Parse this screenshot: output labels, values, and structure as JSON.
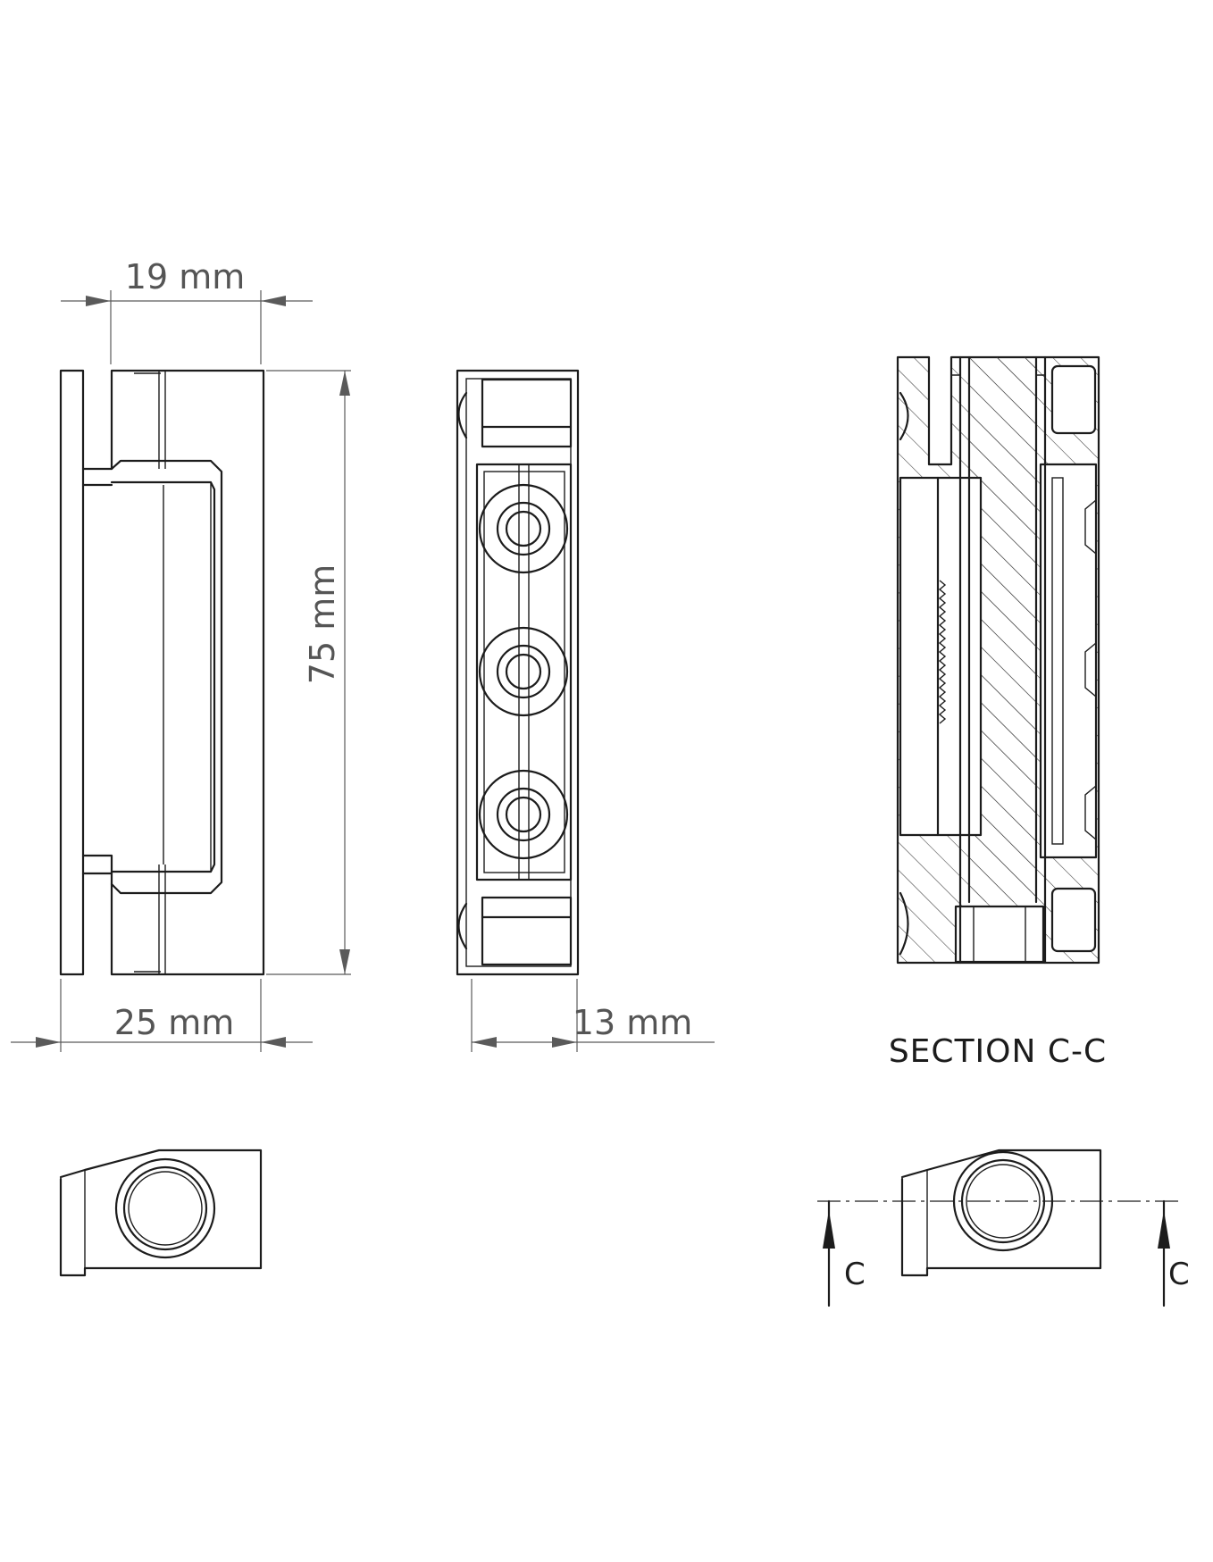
{
  "dimensions": {
    "width_top": "19 mm",
    "width_bottom": "25 mm",
    "height": "75 mm",
    "depth": "13 mm"
  },
  "section": {
    "title": "SECTION C-C",
    "marker_left": "C",
    "marker_right": "C"
  }
}
